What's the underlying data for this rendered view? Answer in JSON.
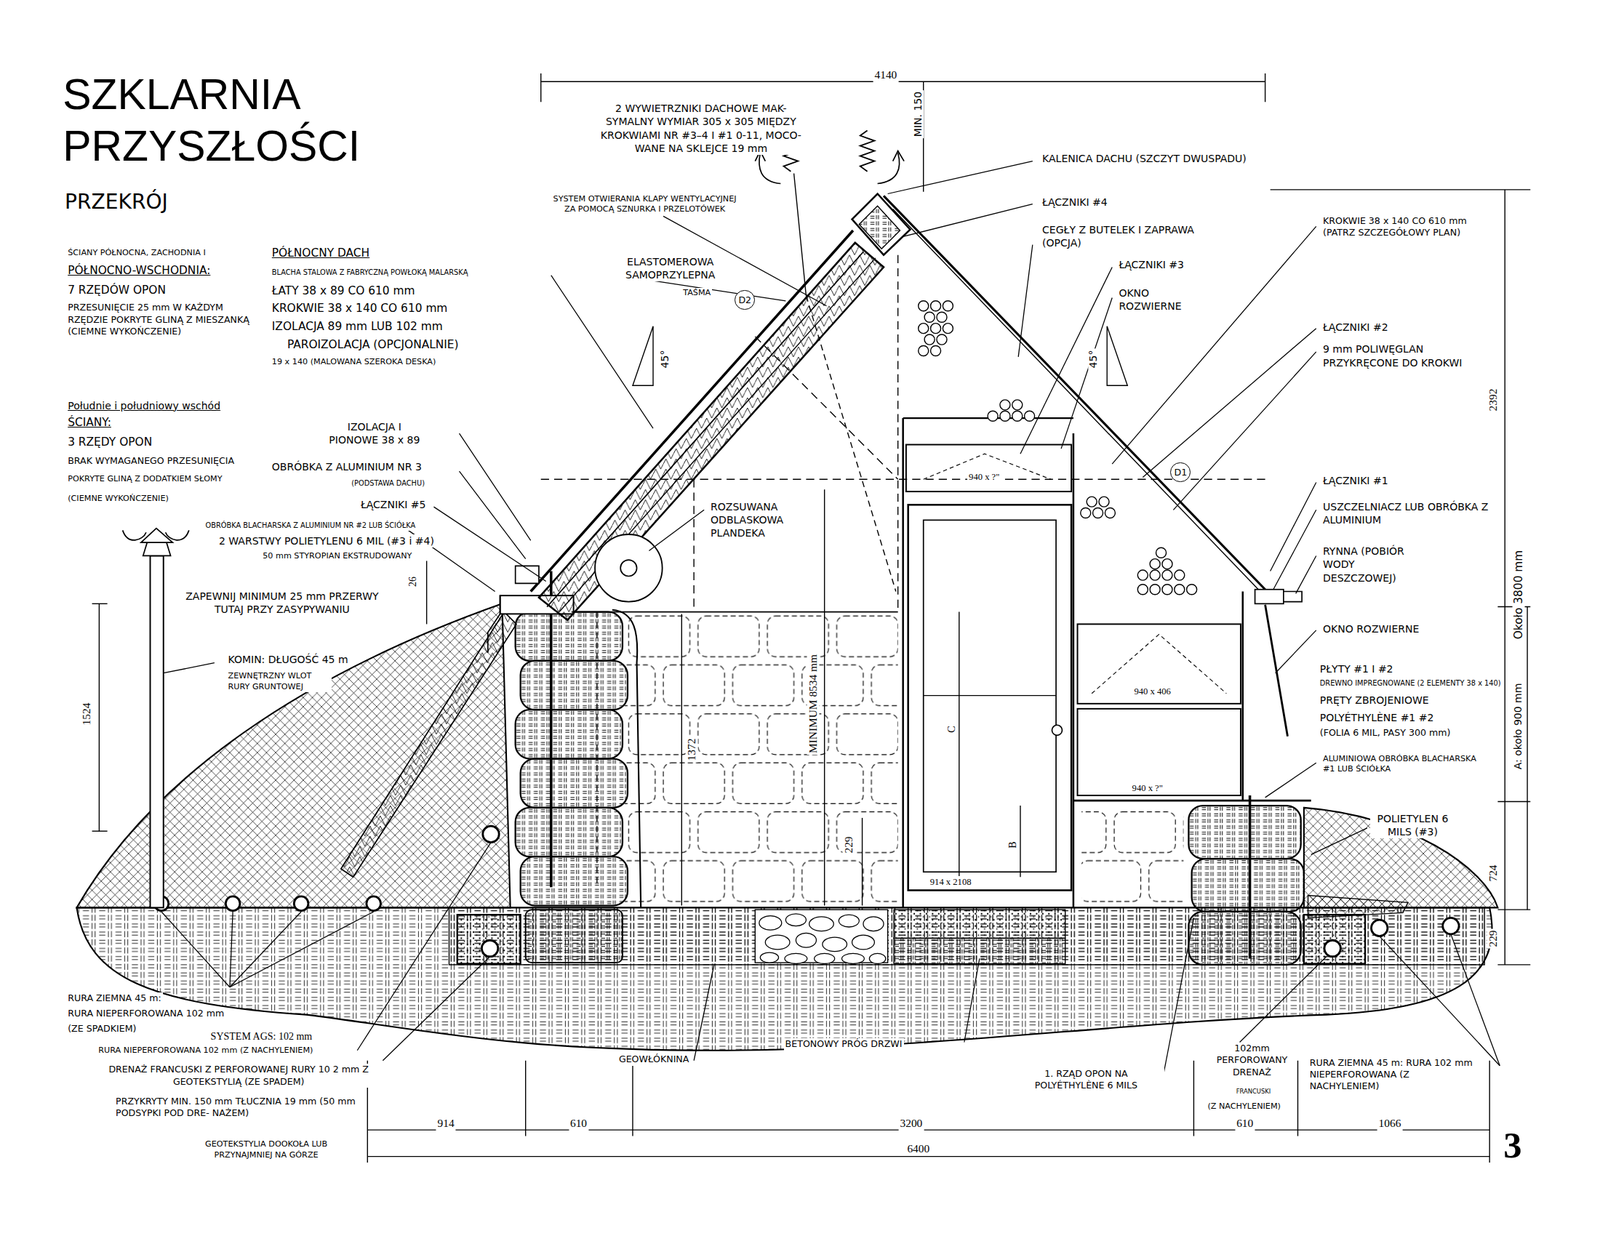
{
  "diagram": {
    "title": "SZKLARNIA PRZYSZŁOŚCI",
    "nodes": [
      {
        "text": [
          "D2"
        ]
      },
      {
        "text": [
          "D1"
        ]
      }
    ],
    "labels": [
      "PRZEKRÓJ",
      "4140",
      "MIN. 150",
      "2 WYWIETRZNIKI DACHOWE MAK- SYMALNY WYMIAR 305 x 305 MIĘDZY KROKWIAMI NR #3–4 I #1 0-11, MOCO- WANE NA SKLEJCE 19 mm",
      "SYSTEM OTWIERANIA KLAPY WENTYLACYJNEJ ZA POMOCĄ SZNURKA I PRZELOTÓWEK",
      "ELASTOMEROWA SAMOPRZYLEPNA",
      "TAŚMA",
      "45°",
      "45°",
      "KALENICA DACHU (SZCZYT DWUSPADU)",
      "ŁĄCZNIKI #4",
      "CEGŁY Z BUTELEK I ZAPRAWA (OPCJA)",
      "ŁĄCZNIKI #3",
      "OKNO ROZWIERNE",
      "KROKWIE 38 x 140 CO 610 mm (PATRZ SZCZEGÓŁOWY PLAN)",
      "ŁĄCZNIKI #2",
      "9 mm POLIWĘGLAN PRZYKRĘCONE DO KROKWI",
      "2392",
      "Około 3800 mm",
      "ŁĄCZNIKI #1",
      "USZCZELNIACZ LUB OBRÓBKA Z ALUMINIUM",
      "RYNNA (POBIÓR WODY DESZCZOWEJ)",
      "OKNO ROZWIERNE",
      "PŁYTY #1 I #2",
      "DREWNO IMPREGNOWANE (2 ELEMENTY 38 x 140)",
      "PRĘTY ZBROJENIOWE",
      "POLYÉTHYLÈNE #1 #2",
      "(FOLIA 6 MIL, PASY 300 mm)",
      "A: około 900 mm",
      "ALUMINIOWA OBRÓBKA BLACHARSKA #1 LUB ŚCIÓŁKA",
      "POLIETYLEN 6 MILS (#3)",
      "724",
      "229",
      "ŚCIANY PÓŁNOCNA, ZACHODNIA I",
      "PÓŁNOCNO-WSCHODNIA:",
      "7 RZĘDÓW OPON",
      "PRZESUNIĘCIE 25 mm W KAŻDYM RZĘDZIE POKRYTE GLINĄ Z MIESZANKĄ (CIEMNE WYKOŃCZENIE)",
      "PÓŁNOCNY DACH",
      "BLACHA STALOWA Z FABRYCZNĄ POWŁOKĄ MALARSKĄ",
      "ŁATY 38 x 89 CO 610 mm",
      "KROKWIE 38 x 140 CO 610 mm",
      "IZOLACJA 89 mm LUB 102 mm",
      "PAROIZOLACJA (OPCJONALNIE)",
      "19 x 140 (MALOWANA SZEROKA DESKA)",
      "Południe i południowy wschód",
      "ŚCIANY:",
      "3 RZĘDY OPON",
      "BRAK WYMAGANEGO PRZESUNIĘCIA",
      "POKRYTE GLINĄ Z DODATKIEM SŁOMY",
      "(CIEMNE WYKOŃCZENIE)",
      "IZOLACJA I PIONOWE 38 x 89",
      "OBRÓBKA Z ALUMINIUM NR 3",
      "(PODSTAWA DACHU)",
      "ŁĄCZNIKI #5",
      "OBRÓBKA BLACHARSKA Z ALUMINIUM NR #2 LUB ŚCIÓŁKA",
      "2 WARSTWY POLIETYLENU 6 MIL (#3 i #4)",
      "50 mm STYROPIAN EKSTRUDOWANY",
      "ROZSUWANA ODBLASKOWA PLANDEKA",
      "ZAPEWNIJ MINIMUM 25 mm PRZERWY TUTAJ PRZY ZASYPYWANIU",
      "26",
      "KOMIN: DŁUGOŚĆ 45 m",
      "ZEWNĘTRZNY WLOT RURY GRUNTOWEJ",
      "1524",
      "1372",
      "MINIMUM 8534 mm",
      "229",
      "940 x ?\"",
      "940 x 406",
      "940 x ?\"",
      "C",
      "B",
      "914 x 2108",
      "RURA ZIEMNA 45 m:",
      "RURA NIEPERFOROWANA 102 mm",
      "(ZE SPADKIEM)",
      "SYSTEM AGS: 102 mm",
      "RURA NIEPERFOROWANA 102 mm (Z NACHYLENIEM)",
      "DRENAŻ FRANCUSKI Z PERFOROWANEJ RURY 10 2 mm Z GEOTEKSTYLIĄ (ZE SPADEM)",
      "PRZYKRYTY MIN. 150 mm TŁUCZNIA 19 mm (50 mm PODSYPKI POD DRE- NAŻEM)",
      "GEOTEKSTYLIA DOOKOŁA LUB PRZYNAJMNIEJ NA GÓRZE",
      "GEOWŁÓKNINA",
      "BETONOWY PRÓG DRZWI",
      "1. RZĄD OPON NA POLYÉTHYLÈNE 6 MILS",
      "102mm PERFOROWANY DRENAŻ",
      "FRANCUSKI",
      "(Z NACHYLENIEM)",
      "RURA ZIEMNA 45 m: RURA 102 mm NIEPERFOROWANA (Z NACHYLENIEM)",
      "914",
      "610",
      "3200",
      "610",
      "1066",
      "6400",
      "3"
    ]
  }
}
